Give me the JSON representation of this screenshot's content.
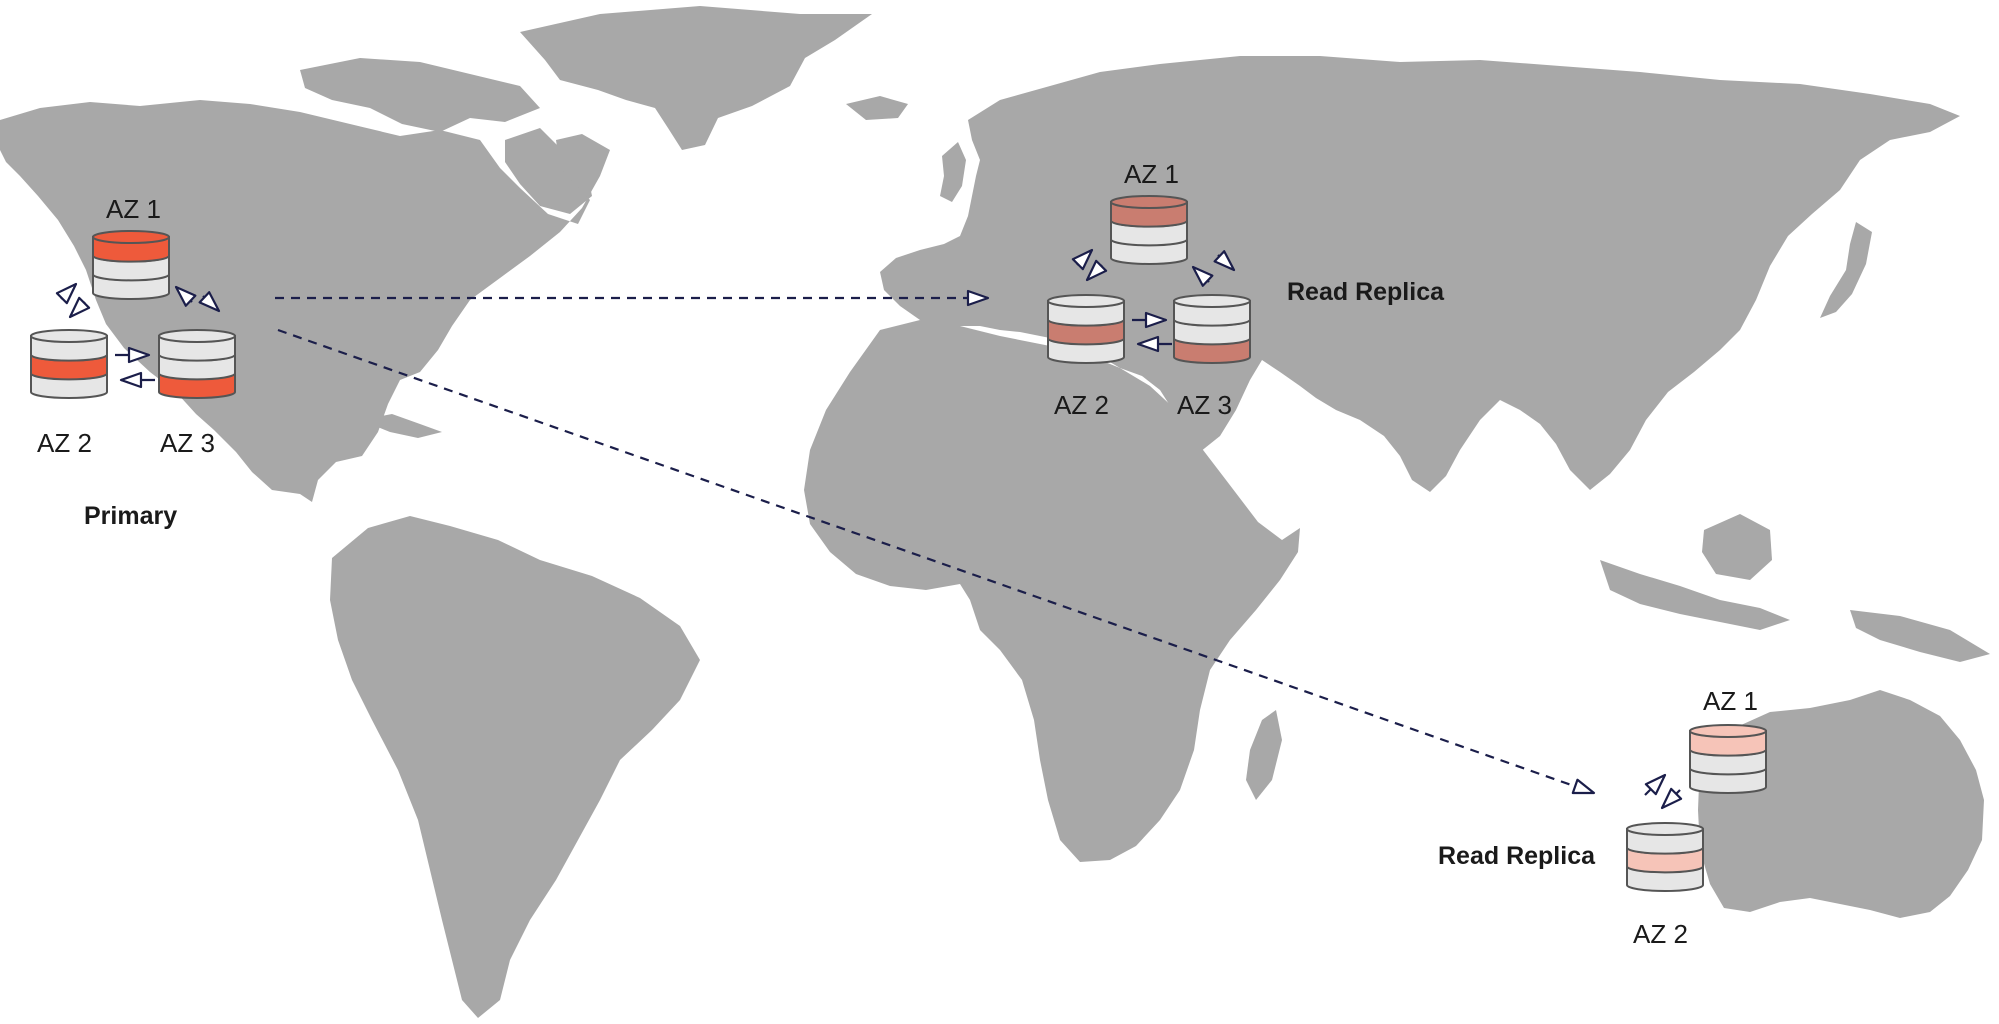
{
  "regions": [
    {
      "role_label": "Primary",
      "colors": {
        "active": "#ee5a3b",
        "idle": "#e6e6e6"
      },
      "zones": [
        {
          "label": "AZ 1",
          "filled": "top"
        },
        {
          "label": "AZ 2",
          "filled": "middle"
        },
        {
          "label": "AZ 3",
          "filled": "bottom"
        }
      ]
    },
    {
      "role_label": "Read Replica",
      "colors": {
        "active": "#c97d70",
        "idle": "#e6e6e6",
        "pale": "#f6c4b8"
      },
      "zones": [
        {
          "label": "AZ 1",
          "filled": "top"
        },
        {
          "label": "AZ 2",
          "filled": "middle"
        },
        {
          "label": "AZ 3",
          "filled": "bottom"
        }
      ]
    },
    {
      "role_label": "Read Replica",
      "colors": {
        "active": "#f6c4b8",
        "idle": "#e6e6e6"
      },
      "zones": [
        {
          "label": "AZ 1",
          "filled": "top"
        },
        {
          "label": "AZ 2",
          "filled": "middle"
        }
      ]
    }
  ],
  "map_color": "#a8a8a8",
  "arrow_color": "#1b1e4a"
}
